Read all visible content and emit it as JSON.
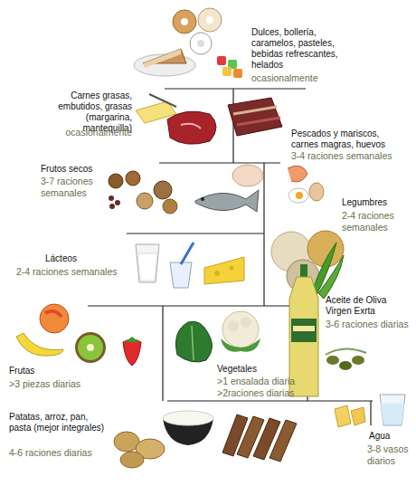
{
  "diagram": {
    "labels": [
      "Dulces, bollería, caramelos, pasteles, bebidas refrescantes, helados",
      "ocasionalmente",
      "Carnes grasas, embutidos, grasas (margarina, mantequilla)",
      "ocasionalmente",
      "Pescados y mariscos, carnes magras, huevos",
      "3-4 raciones semanales",
      "Frutos secos",
      "3-7 raciones semanales",
      "Legumbres",
      "2-4 raciones semanales",
      "Lácteos",
      "2-4 raciones semanales",
      "Aceite de Oliva Virgen Exrta",
      "3-6 raciones diarias",
      "Frutas",
      ">3 piezas diarias",
      "Vegetales",
      ">1 ensalada diaria",
      ">2raciones diarias",
      "Patatas, arroz, pan, pasta (mejor integrales)",
      "4-6 raciones diarias",
      "Agua",
      "3-8 vasos diarios"
    ]
  }
}
